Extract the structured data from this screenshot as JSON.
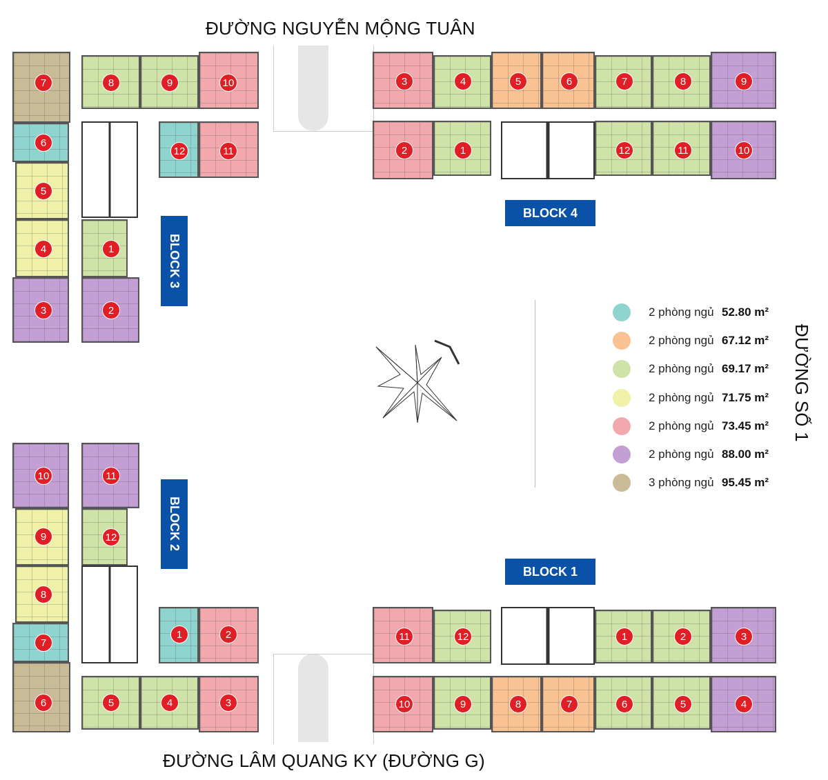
{
  "streets": {
    "top": "ĐƯỜNG NGUYỄN MỘNG TUÂN",
    "bottom": "ĐƯỜNG LÂM QUANG KY (ĐƯỜNG G)",
    "right": "ĐƯỜNG SỐ 1"
  },
  "legend": [
    {
      "label": "2 phòng ngủ",
      "area": "52.80 m²",
      "color": "#8fd4cf"
    },
    {
      "label": "2 phòng ngủ",
      "area": "67.12 m²",
      "color": "#f8c293"
    },
    {
      "label": "2 phòng ngủ",
      "area": "69.17 m²",
      "color": "#cfe3a8"
    },
    {
      "label": "2 phòng ngủ",
      "area": "71.75 m²",
      "color": "#eff1a9"
    },
    {
      "label": "2 phòng ngủ",
      "area": "73.45 m²",
      "color": "#f2a9ae"
    },
    {
      "label": "2 phòng ngủ",
      "area": "88.00 m²",
      "color": "#c49fd4"
    },
    {
      "label": "3 phòng ngủ",
      "area": "95.45 m²",
      "color": "#c9bb98"
    }
  ],
  "blocks": [
    {
      "id": "b3",
      "label": "BLOCK 3",
      "units": [
        {
          "no": "7",
          "type": 6
        },
        {
          "no": "8",
          "type": 2
        },
        {
          "no": "9",
          "type": 2
        },
        {
          "no": "10",
          "type": 4
        },
        {
          "no": "6",
          "type": 0
        },
        {
          "no": "12",
          "type": 0
        },
        {
          "no": "11",
          "type": 4
        },
        {
          "no": "5",
          "type": 3
        },
        {
          "no": "4",
          "type": 3
        },
        {
          "no": "1",
          "type": 2
        },
        {
          "no": "3",
          "type": 5
        },
        {
          "no": "2",
          "type": 5
        }
      ]
    },
    {
      "id": "b2",
      "label": "BLOCK 2",
      "units": [
        {
          "no": "10",
          "type": 5
        },
        {
          "no": "11",
          "type": 5
        },
        {
          "no": "9",
          "type": 3
        },
        {
          "no": "12",
          "type": 2
        },
        {
          "no": "8",
          "type": 3
        },
        {
          "no": "7",
          "type": 0
        },
        {
          "no": "6",
          "type": 6
        },
        {
          "no": "1",
          "type": 0
        },
        {
          "no": "2",
          "type": 4
        },
        {
          "no": "5",
          "type": 2
        },
        {
          "no": "4",
          "type": 2
        },
        {
          "no": "3",
          "type": 4
        }
      ]
    },
    {
      "id": "b4",
      "label": "BLOCK 4",
      "units": [
        {
          "no": "3",
          "type": 4
        },
        {
          "no": "4",
          "type": 2
        },
        {
          "no": "5",
          "type": 1
        },
        {
          "no": "6",
          "type": 1
        },
        {
          "no": "7",
          "type": 2
        },
        {
          "no": "8",
          "type": 2
        },
        {
          "no": "9",
          "type": 5
        },
        {
          "no": "2",
          "type": 4
        },
        {
          "no": "1",
          "type": 2
        },
        {
          "no": "12",
          "type": 2
        },
        {
          "no": "11",
          "type": 2
        },
        {
          "no": "10",
          "type": 5
        }
      ]
    },
    {
      "id": "b1",
      "label": "BLOCK 1",
      "units": [
        {
          "no": "11",
          "type": 4
        },
        {
          "no": "12",
          "type": 2
        },
        {
          "no": "1",
          "type": 2
        },
        {
          "no": "2",
          "type": 2
        },
        {
          "no": "3",
          "type": 5
        },
        {
          "no": "10",
          "type": 4
        },
        {
          "no": "9",
          "type": 2
        },
        {
          "no": "8",
          "type": 1
        },
        {
          "no": "7",
          "type": 1
        },
        {
          "no": "6",
          "type": 2
        },
        {
          "no": "5",
          "type": 2
        },
        {
          "no": "4",
          "type": 5
        }
      ]
    }
  ]
}
